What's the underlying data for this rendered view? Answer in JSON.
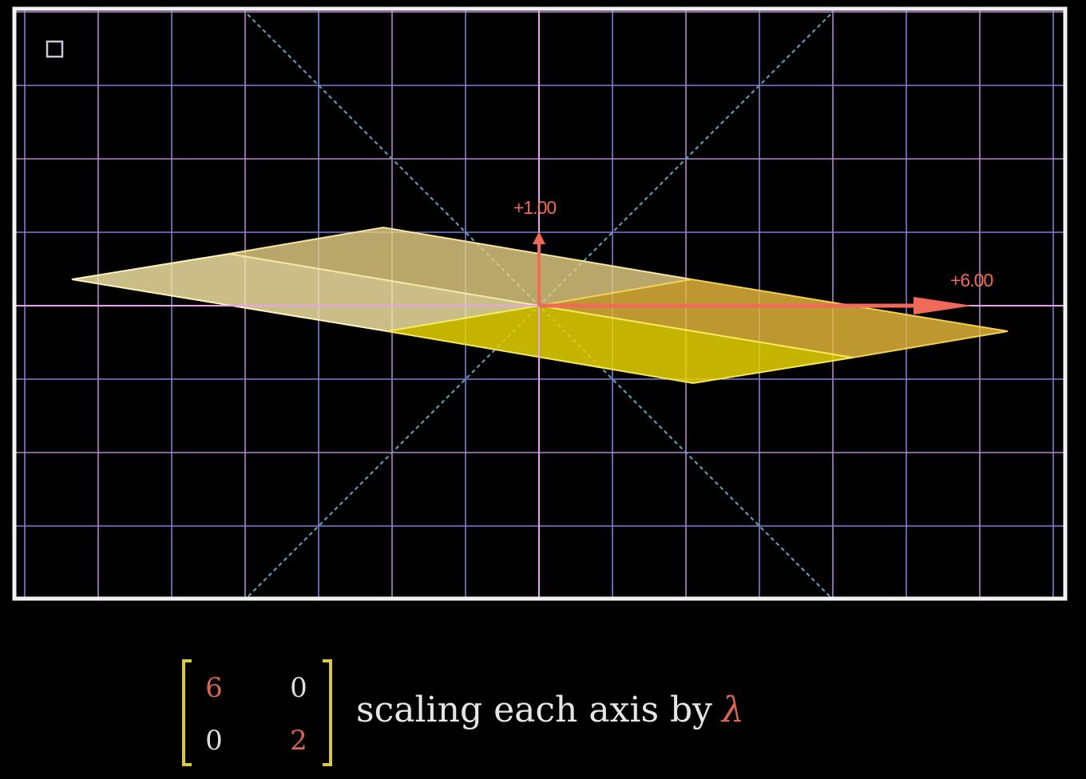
{
  "colors": {
    "background": "#000000",
    "frame": "#f2f2f2",
    "grid_line": "#7f7fd0",
    "grid_line_alt": "#b685c9",
    "axis": "#e3a6e8",
    "diagonal": "#5c9ab4",
    "vector": "#ef6b57",
    "region_light": "#f7e7a6",
    "region_gold": "#e6b83a",
    "region_yellow": "#e6d200",
    "bracket": "#d9c84a",
    "scaled_entry": "#d9664f",
    "zero_entry": "#dddddd",
    "caption": "#e6e6e6"
  },
  "viewport": {
    "corner_icon": "square-outline-icon"
  },
  "vectors": {
    "i_hat_label": "+6.00",
    "j_hat_label": "+1.00"
  },
  "matrix": {
    "rows": [
      [
        "6",
        "0"
      ],
      [
        "0",
        "2"
      ]
    ]
  },
  "caption": {
    "text": "scaling each axis by",
    "symbol": "λ"
  }
}
